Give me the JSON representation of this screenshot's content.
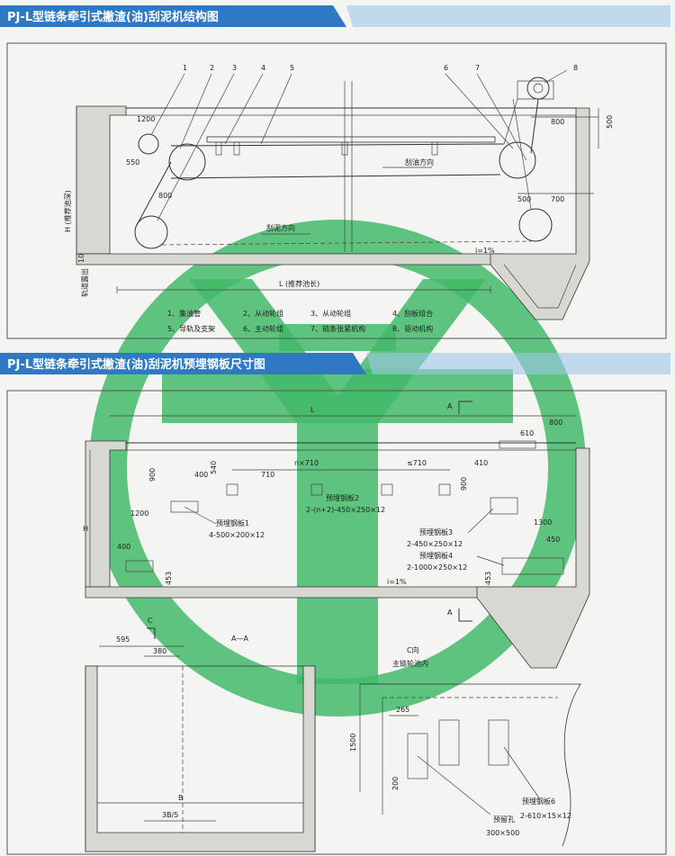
{
  "section1": {
    "title": "PJ-L型链条牵引式撇渣(油)刮泥机结构图",
    "callouts": [
      "1",
      "2",
      "3",
      "4",
      "5",
      "6",
      "7",
      "8"
    ],
    "dims": {
      "d1200": "1200",
      "d550": "550",
      "d800a": "800",
      "d800b": "800",
      "d500a": "500",
      "d500b": "500",
      "d700": "700",
      "d10": "10"
    },
    "labels": {
      "h": "H (推荐池深)",
      "l": "L (推荐池长)",
      "rail": "轨道露出",
      "oil_dir": "刮油方向",
      "mud_dir": "刮泥方向",
      "slope": "i=1%"
    },
    "legend": [
      "1、集油管",
      "2、从动轮组",
      "3、从动轮组",
      "4、刮板组合",
      "5、导轨及支架",
      "6、主动轮组",
      "7、链条张紧机构",
      "8、驱动机构"
    ]
  },
  "section2": {
    "title": "PJ-L型链条牵引式撇渣(油)刮泥机预埋钢板尺寸图",
    "dims": {
      "L": "L",
      "d610": "610",
      "d800": "800",
      "d400a": "400",
      "d710": "710",
      "nx710": "n×710",
      "le710": "≤710",
      "d410": "410",
      "d540": "540",
      "d900a": "900",
      "d900b": "900",
      "d1200": "1200",
      "d1300": "1300",
      "d450": "450",
      "d400b": "400",
      "d453a": "453",
      "d453b": "453",
      "H": "H",
      "slope": "i=1%",
      "A_top": "A",
      "A_bot": "A"
    },
    "plates": {
      "p1_name": "预埋钢板1",
      "p1_spec": "4-500×200×12",
      "p2_name": "预埋钢板2",
      "p2_spec": "2-(n+2)-450×250×12",
      "p3_name": "预埋钢板3",
      "p3_spec": "2-450×250×12",
      "p4_name": "预埋钢板4",
      "p4_spec": "2-1000×250×12"
    }
  },
  "section3": {
    "aa_title": "A—A",
    "c_mark": "C",
    "d595": "595",
    "d380": "380",
    "B": "B",
    "d3b5": "3B/5"
  },
  "section4": {
    "c_title": "C向",
    "c_sub": "主链轮池内",
    "d265": "265",
    "d1500": "1500",
    "d200": "200",
    "hole_name": "预留孔",
    "hole_spec": "300×500",
    "p6_name": "预埋钢板6",
    "p6_spec": "2-610×15×12"
  },
  "colors": {
    "header_blue": "#2f79c4",
    "watermark_green": "#2fb45a",
    "concrete": "#d8d8d3"
  }
}
